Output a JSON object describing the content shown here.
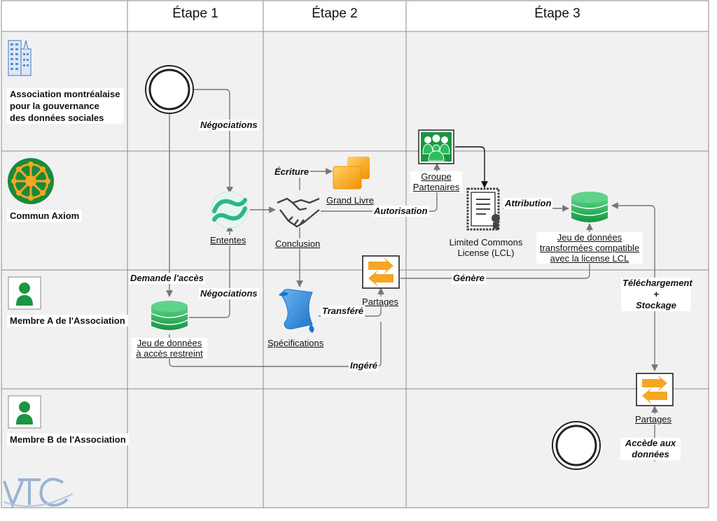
{
  "stages": [
    "Étape 1",
    "Étape 2",
    "Étape 3"
  ],
  "lanes": [
    {
      "line1": "Association montréalaise",
      "line2": "pour la gouvernance",
      "line3": "des données sociales"
    },
    {
      "line1": "Commun Axiom"
    },
    {
      "line1": "Membre A de l'Association"
    },
    {
      "line1": "Membre B de l'Association"
    }
  ],
  "nodes": {
    "ententes": "Ententes",
    "conclusion": "Conclusion",
    "grand_livre": "Grand Livre",
    "groupe_line1": "Groupe",
    "groupe_line2": "Partenaires",
    "lcl_line1": "Limited Commons",
    "lcl_line2": "License (LCL)",
    "jeu_transf_line1": "Jeu de données",
    "jeu_transf_line2": "transformées compatible",
    "jeu_transf_line3": "avec la license LCL",
    "partages_a": "Partages",
    "specifications": "Spécifications",
    "jeu_restreint_line1": "Jeu de données",
    "jeu_restreint_line2": "à accès restreint",
    "partages_b": "Partages"
  },
  "edges": {
    "negociations_1": "Négociations",
    "negociations_2": "Négociations",
    "ecriture": "Écriture",
    "autorisation": "Autorisation",
    "attribution": "Attribution",
    "demande": "Demande l'accès",
    "genere": "Génère",
    "transfere": "Transféré",
    "ingere": "Ingéré",
    "telechargement_line1": "Téléchargement",
    "telechargement_line2": "+",
    "telechargement_line3": "Stockage",
    "accede_line1": "Accède aux",
    "accede_line2": "données"
  },
  "colors": {
    "lane_bg": "#f1f1f2",
    "border": "#8a8a8a",
    "green": "#1a9641",
    "orange": "#f5a623",
    "blue": "#3b8fd9"
  },
  "icons": [
    "building-icon",
    "commun-axiom-logo-icon",
    "person-icon",
    "start-circle-icon",
    "end-circle-icon",
    "ententes-icon",
    "handshake-icon",
    "grand-livre-icon",
    "groupe-icon",
    "certificate-icon",
    "database-icon",
    "partages-icon",
    "scroll-icon"
  ]
}
